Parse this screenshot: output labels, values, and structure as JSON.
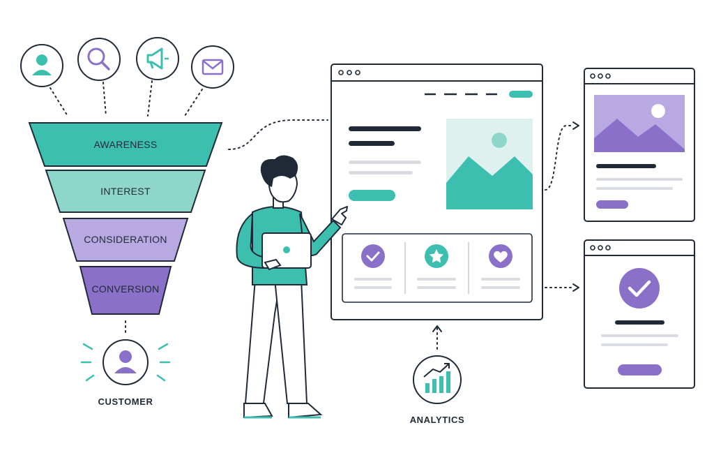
{
  "funnel": {
    "stages": [
      {
        "label": "AWARENESS",
        "color": "#3dbfb0"
      },
      {
        "label": "INTEREST",
        "color": "#8fd6ca"
      },
      {
        "label": "CONSIDERATION",
        "color": "#b8a9e3"
      },
      {
        "label": "CONVERSION",
        "color": "#8a70c9"
      }
    ],
    "top_icons": [
      "user-icon",
      "search-icon",
      "megaphone-icon",
      "mail-icon"
    ]
  },
  "customer": {
    "label": "CUSTOMER",
    "icon": "user-icon"
  },
  "analytics": {
    "label": "ANALYTICS",
    "icon": "bar-chart-icon"
  },
  "feature_icons": [
    "check-icon",
    "star-icon",
    "heart-icon"
  ],
  "colors": {
    "teal": "#3dbfb0",
    "light_teal": "#8fd6ca",
    "lavender": "#b8a9e3",
    "purple": "#8a70c9",
    "outline": "#1f2a36",
    "muted": "#d9dde2"
  }
}
